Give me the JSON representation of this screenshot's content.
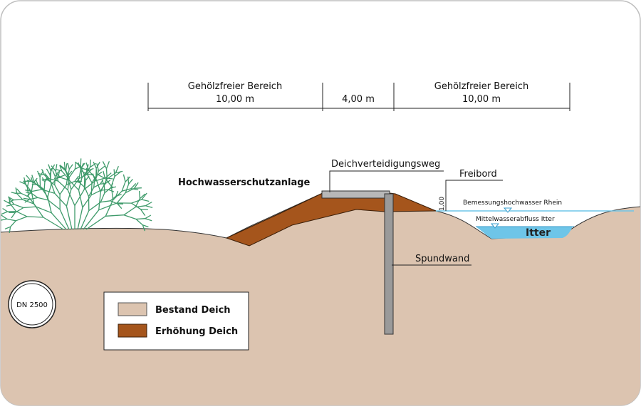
{
  "dimensions": {
    "left": {
      "title": "Gehölzfreier Bereich",
      "value": "10,00 m"
    },
    "middle": {
      "value": "4,00 m"
    },
    "right": {
      "title": "Gehölzfreier Bereich",
      "value": "10,00 m"
    }
  },
  "labels": {
    "structure": "Hochwasserschutzanlage",
    "path": "Deichverteidigungsweg",
    "freeboard": "Freibord",
    "freeboard_value": "1,00",
    "design_flood": "Bemessungshochwasser Rhein",
    "mean_flow": "Mittelwasserabfluss Itter",
    "river": "Itter",
    "sheet_pile": "Spundwand",
    "pipe": "DN 2500"
  },
  "legend": {
    "existing": "Bestand Deich",
    "raised": "Erhöhung Deich"
  },
  "colors": {
    "ground": "#dcc4b0",
    "raise": "#a5551c",
    "water": "#6ec5e8",
    "sheet_pile": "#9a9a9a",
    "path": "#b8b8b8"
  }
}
